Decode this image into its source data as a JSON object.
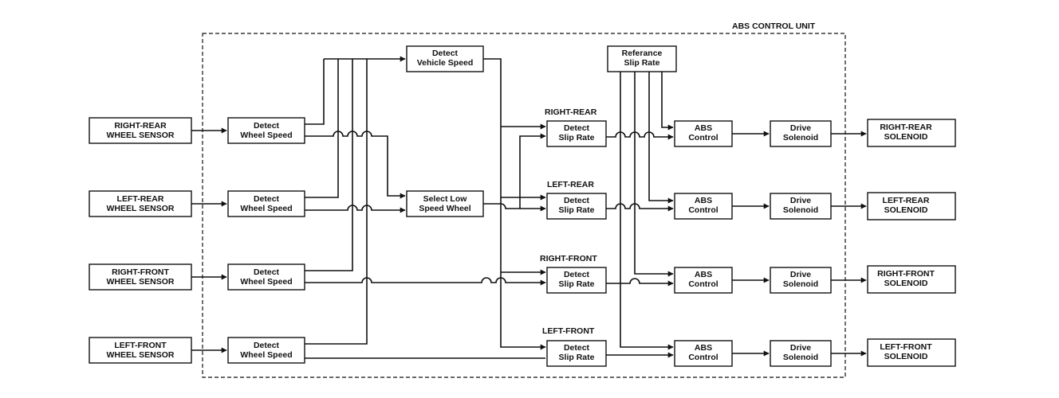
{
  "control_unit_label": "ABS CONTROL UNIT",
  "sensors": [
    {
      "line1": "RIGHT-REAR",
      "line2": "WHEEL SENSOR"
    },
    {
      "line1": "LEFT-REAR",
      "line2": "WHEEL SENSOR"
    },
    {
      "line1": "RIGHT-FRONT",
      "line2": "WHEEL SENSOR"
    },
    {
      "line1": "LEFT-FRONT",
      "line2": "WHEEL SENSOR"
    }
  ],
  "detect_wheel_speed": {
    "line1": "Detect",
    "line2": "Wheel Speed"
  },
  "detect_vehicle_speed": {
    "line1": "Detect",
    "line2": "Vehicle Speed"
  },
  "select_low_speed": {
    "line1": "Select Low",
    "line2": "Speed Wheel"
  },
  "reference_slip": {
    "line1": "Referance",
    "line2": "Slip Rate"
  },
  "slip_rate": {
    "line1": "Detect",
    "line2": "Slip Rate"
  },
  "slip_labels": [
    "RIGHT-REAR",
    "LEFT-REAR",
    "RIGHT-FRONT",
    "LEFT-FRONT"
  ],
  "abs_control": {
    "line1": "ABS",
    "line2": "Control"
  },
  "drive_solenoid": {
    "line1": "Drive",
    "line2": "Solenoid"
  },
  "solenoids": [
    {
      "line1": "RIGHT-REAR",
      "line2": "SOLENOID"
    },
    {
      "line1": "LEFT-REAR",
      "line2": "SOLENOID"
    },
    {
      "line1": "RIGHT-FRONT",
      "line2": "SOLENOID"
    },
    {
      "line1": "LEFT-FRONT",
      "line2": "SOLENOID"
    }
  ]
}
